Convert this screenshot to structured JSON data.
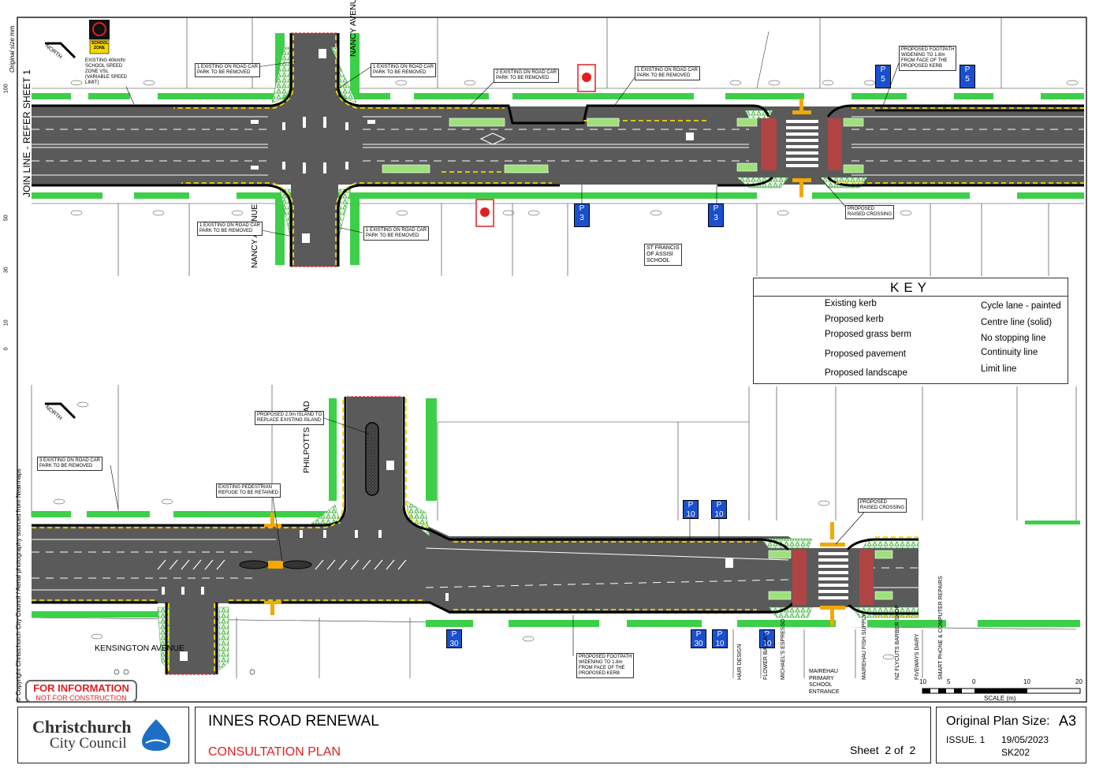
{
  "title_block": {
    "project_title": "INNES ROAD RENEWAL",
    "plan_type": "CONSULTATION PLAN",
    "sheet": "Sheet  2 of  2",
    "original_plan_size_label": "Original Plan Size:",
    "original_plan_size_value": "A3",
    "issue": "ISSUE. 1",
    "date": "19/05/2023",
    "drawing_no": "SK202",
    "council_line1": "Christchurch",
    "council_line2": "City Council"
  },
  "stamp": {
    "line1": "FOR INFORMATION",
    "line2": "NOT FOR CONSTRUCTION"
  },
  "copyright": "© Copyright Christchurch City Council  /  Aerial photography sourced from Nearmaps",
  "join_line": "JOIN LINE - REFER SHEET 1",
  "original_size_label": "Original size mm",
  "side_ruler": [
    "100",
    "50",
    "30",
    "10",
    "0"
  ],
  "north_label": "NORTH",
  "key": {
    "title": "KEY",
    "left": [
      "Existing kerb",
      "Proposed kerb",
      "Proposed grass berm",
      "Proposed pavement",
      "Proposed landscape"
    ],
    "right": [
      "Cycle lane - painted",
      "Centre line (solid)",
      "No stopping line",
      "Continuity line",
      "Limit line"
    ]
  },
  "road_names": {
    "nancy_top": "NANCY\nAVENUE",
    "nancy_bottom": "NANCY\nAVENUE",
    "philpotts": "PHILPOTTS\nROAD",
    "kensington": "KENSINGTON\nAVENUE"
  },
  "callouts": {
    "speed_zone": "EXISTING 40km/hr\nSCHOOL SPEED\nZONE VSL\n(VARIABLE SPEED\nLIMIT)",
    "car_park_nw": "1 EXISTING ON ROAD CAR\nPARK TO BE REMOVED",
    "car_park_ne": "1 EXISTING ON ROAD CAR\nPARK TO BE REMOVED",
    "car_park_2": "2 EXISTING ON ROAD CAR\nPARK TO BE REMOVED",
    "car_park_e": "1 EXISTING ON ROAD CAR\nPARK TO BE REMOVED",
    "footpath_top": "PROPOSED FOOTPATH\nWIDENING TO 1.8m\nFROM FACE OF THE\nPROPOSED KERB",
    "car_park_sw": "1 EXISTING ON ROAD CAR\nPARK TO BE REMOVED",
    "car_park_se": "1 EXISTING ON ROAD CAR\nPARK TO BE REMOVED",
    "raised_top": "PROPOSED\nRAISED CROSSING",
    "school": "ST FRANCIS\nOF ASSISI\nSCHOOL",
    "car_park_3": "3 EXISTING ON ROAD CAR\nPARK TO BE REMOVED",
    "island": "PROPOSED 2.0m ISLAND TO\nREPLACE EXISTING ISLAND",
    "refuge": "EXISTING PEDESTRIAN\nREFUGE TO BE RETAINED",
    "raised_bottom": "PROPOSED\nRAISED CROSSING",
    "footpath_bottom": "PROPOSED FOOTPATH\nWIDENING TO 1.8m\nFROM FACE OF THE\nPROPOSED KERB"
  },
  "school_zone_sign": "SCHOOL\nZONE",
  "parking_signs_top": [
    "5",
    "5"
  ],
  "parking_signs_mid": [
    "3",
    "3"
  ],
  "parking_signs_bottom_top": [
    "10",
    "10"
  ],
  "parking_signs_bottom": [
    "30",
    "30",
    "10",
    "10"
  ],
  "businesses": [
    "HAIR\nDESIGN",
    "FLOWER\nBAZAAR",
    "MICHAEL'S\nESPRESSO",
    "MAIREHAU\nPRIMARY\nSCHOOL\nENTRANCE",
    "MAIREHAU\nFISH SUPPLY",
    "NZ FLYCUTS\nBARBER SHOP",
    "FIVEWAYS\nDAIRY",
    "SMART PHONE &\nCOMPUTER\nREPAIRS"
  ],
  "scale": {
    "ticks": [
      "10",
      "5",
      "0",
      "10",
      "20"
    ],
    "label": "SCALE (m)"
  },
  "colors": {
    "road": "#5a5a5a",
    "grass": "#3ecf4a",
    "kerb_new": "#000000",
    "no_stopping": "#f2d600",
    "crossing_red": "#b04444",
    "landscape": "#cfe9c0",
    "parking_blue": "#1a4fd0",
    "accent_red": "#e02020"
  }
}
